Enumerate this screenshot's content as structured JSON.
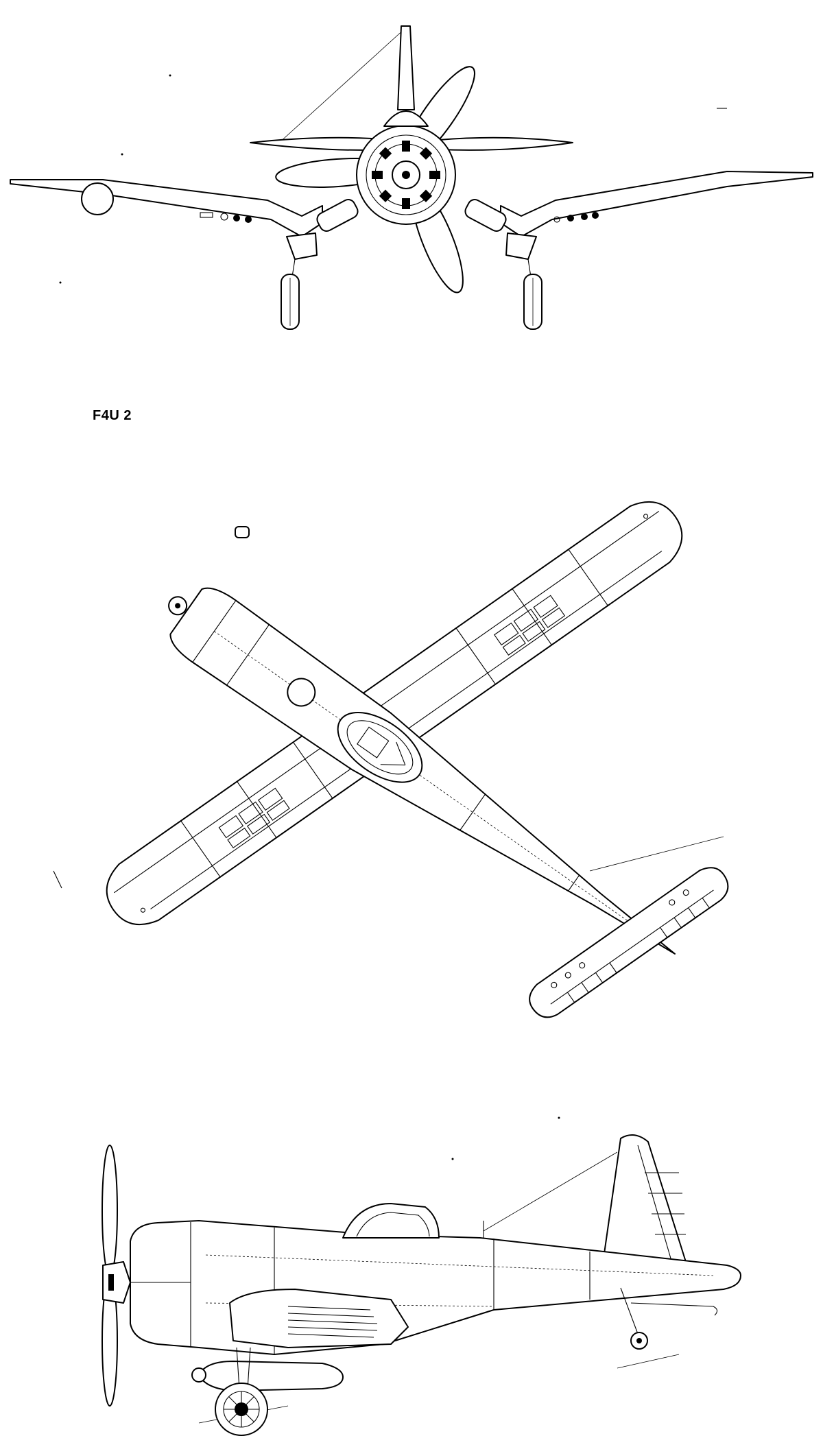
{
  "drawing": {
    "designation": "F4U 2"
  },
  "views": {
    "front": {
      "name": "front-view"
    },
    "top": {
      "name": "top-view"
    },
    "side": {
      "name": "side-view"
    }
  },
  "colors": {
    "line": "#000000",
    "background": "#ffffff"
  }
}
